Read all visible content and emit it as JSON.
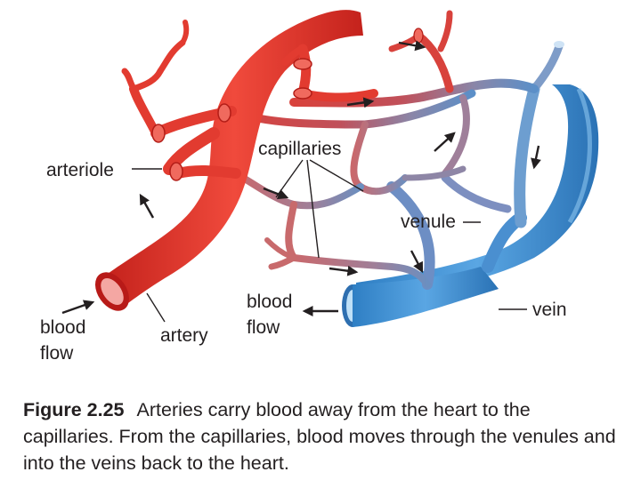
{
  "labels": {
    "arteriole": "arteriole",
    "capillaries": "capillaries",
    "venule": "venule",
    "blood_flow_in_line1": "blood",
    "blood_flow_in_line2": "flow",
    "artery": "artery",
    "blood_flow_out_line1": "blood",
    "blood_flow_out_line2": "flow",
    "vein": "vein"
  },
  "caption": {
    "figure_number": "Figure 2.25",
    "text": "Arteries carry blood away from the heart to the capillaries. From the capillaries, blood moves through the venules and into the veins back to the heart."
  },
  "colors": {
    "artery": "#e8332a",
    "artery_dark": "#b91c1c",
    "vein": "#3b8fd4",
    "vein_dark": "#1f5f9e",
    "capillary_mid": "#a8798e",
    "text": "#231f20"
  }
}
